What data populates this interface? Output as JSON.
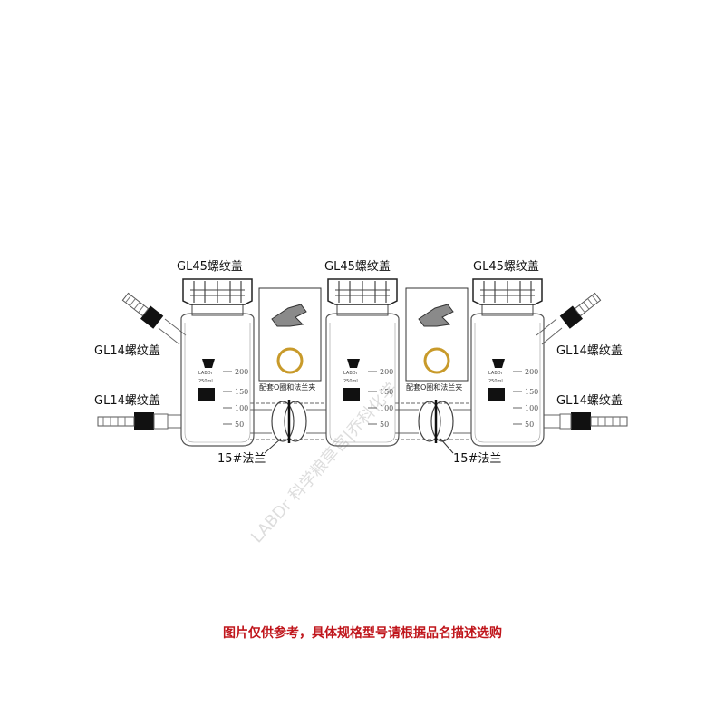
{
  "labels": {
    "cap_gl45": "GL45螺纹盖",
    "cap_gl14": "GL14螺纹盖",
    "flange": "15#法兰",
    "clamp_note": "配套O圈和法兰夹",
    "bottle_volume": "250ml",
    "bottle_brand": "LABDr"
  },
  "scale_marks": [
    "200",
    "150",
    "100",
    "50"
  ],
  "notice": "图片仅供参考，具体规格型号请根据品名描述选购",
  "watermark": "LABDr 科学粮草官|乔科化学",
  "colors": {
    "notice": "#c0161c",
    "glass": "#555555",
    "cap": "#111111"
  }
}
